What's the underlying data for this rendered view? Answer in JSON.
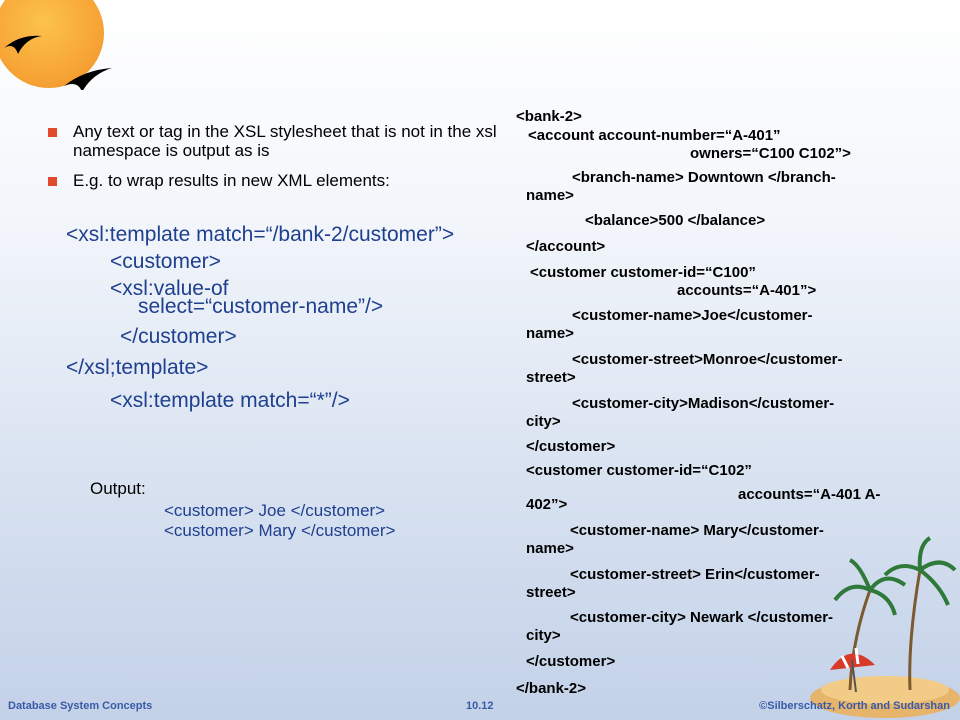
{
  "bullets": [
    {
      "text": "Any text or tag in the XSL stylesheet that is not in the xsl namespace is output as is"
    },
    {
      "text": "E.g. to wrap results in new XML elements:"
    }
  ],
  "code": {
    "l1": "<xsl:template match=“/bank-2/customer”>",
    "l2": "<customer>",
    "l3a": "<xsl:value-of",
    "l3b": "select=“customer-name”/>",
    "l4": "</customer>",
    "l5": "</xsl;template>",
    "l6": "<xsl:template match=“*”/>"
  },
  "output": {
    "label": "Output:",
    "line1": "<customer> Joe </customer>",
    "line2": "<customer> Mary </customer>"
  },
  "xml": {
    "r1": "<bank-2>",
    "r2": "<account account-number=“A-401”",
    "r3": "owners=“C100 C102”>",
    "r4a": "<branch-name> Downtown </branch-",
    "r4b": "name>",
    "r5": "<balance>500 </balance>",
    "r6": "</account>",
    "r7": "<customer customer-id=“C100”",
    "r8": "accounts=“A-401”>",
    "r9a": "<customer-name>Joe</customer-",
    "r9b": "name>",
    "r10a": "<customer-street>Monroe</customer-",
    "r10b": "street>",
    "r11a": "<customer-city>Madison</customer-",
    "r11b": "city>",
    "r12": "</customer>",
    "r13": "<customer customer-id=“C102”",
    "r14a": "accounts=“A-401 A-",
    "r14b": "402”>",
    "r15a": "<customer-name> Mary</customer-",
    "r15b": "name>",
    "r16a": "<customer-street> Erin</customer-",
    "r16b": "street>",
    "r17a": "<customer-city> Newark </customer-",
    "r17b": "city>",
    "r18": "</customer>",
    "r19": "</bank-2>"
  },
  "footer": {
    "left": "Database System Concepts",
    "center": "10.12",
    "right": "©Silberschatz, Korth and Sudarshan"
  },
  "colors": {
    "accent": "#e04a2c",
    "code": "#1f3f8f",
    "footer": "#3a5aa8",
    "sun": "#f7a536"
  },
  "icons": [
    "sun-icon",
    "birds-icon",
    "palm-island-icon",
    "beach-umbrella-icon"
  ]
}
